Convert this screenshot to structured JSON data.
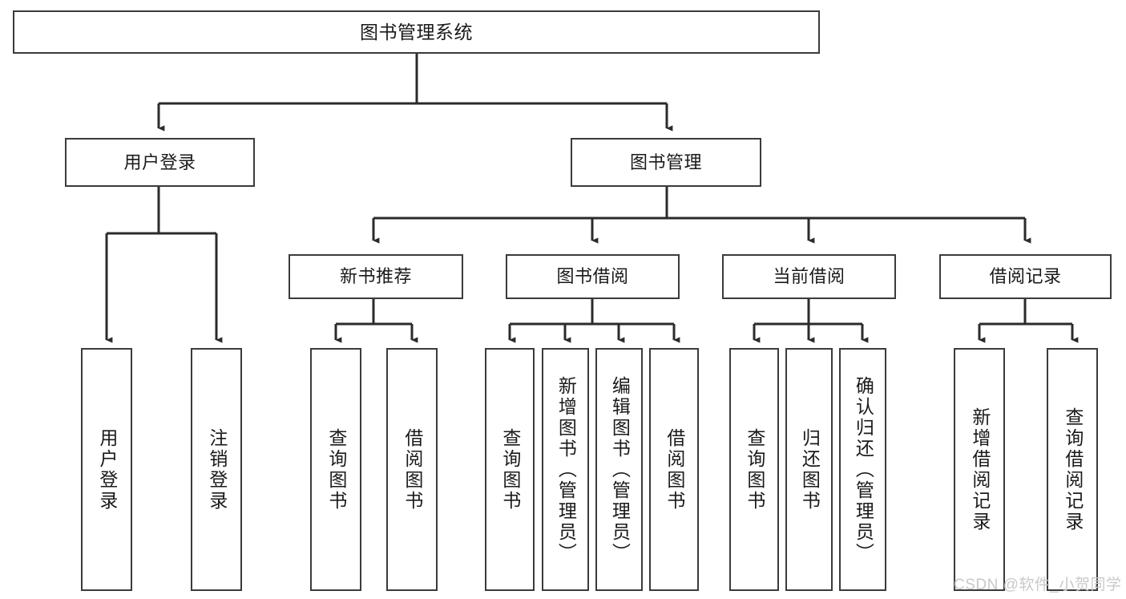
{
  "diagram": {
    "title": "图书管理系统",
    "type": "tree",
    "orientation": "top-down",
    "colors": {
      "background": "#ffffff",
      "box_fill": "#ffffff",
      "box_border": "#3b3b3b",
      "text": "#1a1a1a",
      "connector": "#2b2b2b",
      "watermark": "#c9c9c9"
    }
  },
  "nodes": {
    "root": {
      "label": "图书管理系统"
    },
    "level1": [
      {
        "id": "user-login",
        "label": "用户登录"
      },
      {
        "id": "book-manage",
        "label": "图书管理"
      }
    ],
    "level2": [
      {
        "id": "new-book-recommend",
        "label": "新书推荐",
        "parent": "book-manage"
      },
      {
        "id": "book-borrow",
        "label": "图书借阅",
        "parent": "book-manage"
      },
      {
        "id": "current-borrow",
        "label": "当前借阅",
        "parent": "book-manage"
      },
      {
        "id": "borrow-record",
        "label": "借阅记录",
        "parent": "book-manage"
      }
    ],
    "leaves": [
      {
        "id": "leaf-user-login",
        "label": "用户登录",
        "parent": "user-login"
      },
      {
        "id": "leaf-logout-login",
        "label": "注销登录",
        "parent": "user-login"
      },
      {
        "id": "leaf-query-book-1",
        "label": "查询图书",
        "parent": "new-book-recommend"
      },
      {
        "id": "leaf-borrow-book-1",
        "label": "借阅图书",
        "parent": "new-book-recommend"
      },
      {
        "id": "leaf-query-book-2",
        "label": "查询图书",
        "parent": "book-borrow"
      },
      {
        "id": "leaf-add-book",
        "label": "新增图书（管理员）",
        "parent": "book-borrow"
      },
      {
        "id": "leaf-edit-book",
        "label": "编辑图书（管理员）",
        "parent": "book-borrow"
      },
      {
        "id": "leaf-borrow-book-2",
        "label": "借阅图书",
        "parent": "book-borrow"
      },
      {
        "id": "leaf-query-book-3",
        "label": "查询图书",
        "parent": "current-borrow"
      },
      {
        "id": "leaf-return-book",
        "label": "归还图书",
        "parent": "current-borrow"
      },
      {
        "id": "leaf-confirm-return",
        "label": "确认归还（管理员）",
        "parent": "current-borrow"
      },
      {
        "id": "leaf-add-record",
        "label": "新增借阅记录",
        "parent": "borrow-record"
      },
      {
        "id": "leaf-query-record",
        "label": "查询借阅记录",
        "parent": "borrow-record"
      }
    ]
  },
  "watermark": {
    "text": "CSDN @软件_小贺同学"
  }
}
